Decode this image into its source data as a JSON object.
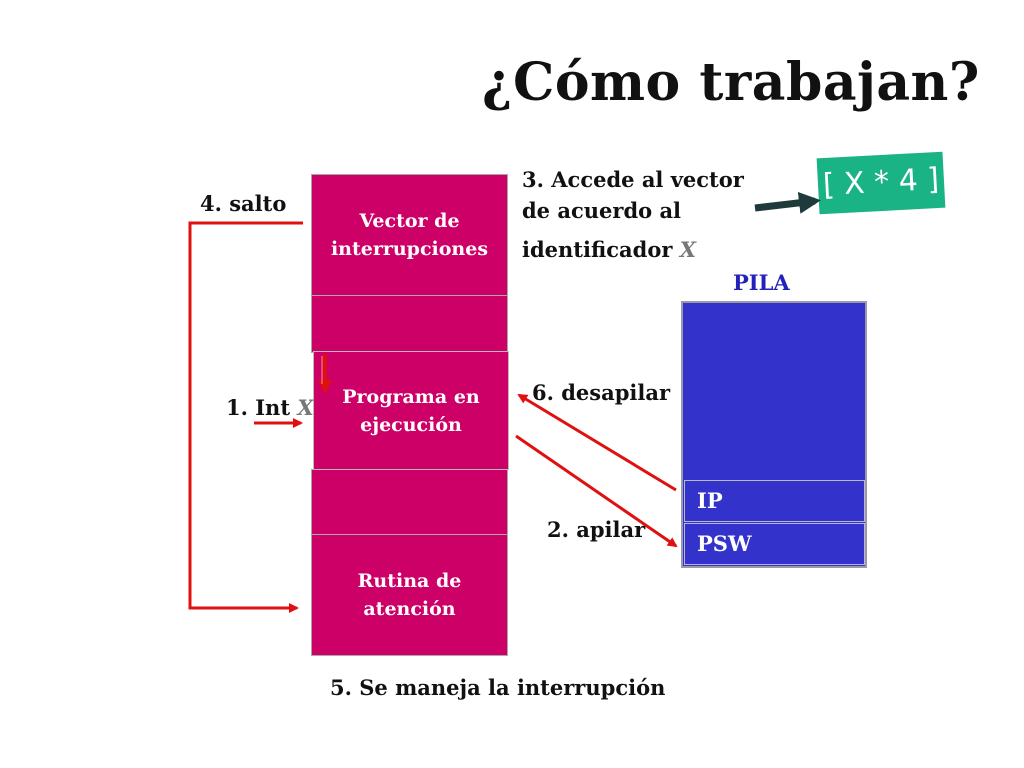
{
  "title": "¿Cómo trabajan?",
  "memory": {
    "vector": "Vector de interrupciones",
    "program_line1": "Programa en",
    "program_line2": "ejecución",
    "routine_line1": "Rutina de",
    "routine_line2": "atención"
  },
  "vector_label1": "Vector de",
  "vector_label2": "interrupciones",
  "steps": {
    "int_prefix": "1. Int ",
    "var": "X",
    "push": "2. apilar",
    "access_line1": "3. Accede al vector",
    "access_line2": "de acuerdo al",
    "access_line3": "identificador ",
    "jump": "4. salto",
    "handle": "5. Se maneja la interrupción",
    "pop": "6. desapilar"
  },
  "stack": {
    "title": "PILA",
    "cells": [
      "IP",
      "PSW"
    ]
  },
  "formula": "[ X * 4 ]",
  "colors": {
    "memory": "#cc0066",
    "stack": "#3333cc",
    "arrow": "#e01010",
    "badge": "#1ab386",
    "pointer": "#1f3a3a"
  }
}
